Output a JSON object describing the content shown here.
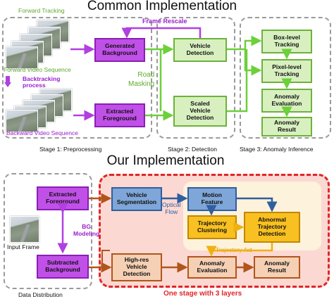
{
  "titles": {
    "top": "Common Implementation",
    "bottom": "Our Implementation"
  },
  "top": {
    "forward_label": "Forward Tracking",
    "forward_seq": "Forward Video Sequence",
    "backtracking": "Backtracking\nprocess",
    "backward_seq": "Backward Video Sequence",
    "generated_bg": "Generated\nBackground",
    "extracted_fg": "Extracted\nForeground",
    "frame_rescale": "Frame Rescale",
    "road_masking": "Road\nMasking",
    "vehicle_detection": "Vehicle\nDetection",
    "scaled_vehicle_detection": "Scaled\nVehicle\nDetection",
    "box_tracking": "Box-level\nTracking",
    "pixel_tracking": "Pixel-level\nTracking",
    "anomaly_evaluation": "Anomaly\nEvaluation",
    "anomaly_result": "Anomaly\nResult",
    "stage1": "Stage 1: Preprocessing",
    "stage2": "Stage 2: Detection",
    "stage3": "Stage 3: Anomaly Inference"
  },
  "bottom": {
    "extracted_fg": "Extracted\nForeground",
    "input_frame": "Input Frame",
    "bg_modeling": "BG\nModeling",
    "subtracted_bg": "Subtracted\nBackground",
    "data_distribution": "Data Distribution",
    "vehicle_segmentation": "Vehicle\nSegmentation",
    "optical_flow": "Optical\nFlow",
    "motion_feature": "Motion\nFeature",
    "trajectory_clustering": "Trajectory\nClustering",
    "abnormal_trajectory_detection": "Abnormal\nTrajectory\nDetection",
    "trajectory_aid": "Trajectory Aid",
    "highres_detection": "High-res\nVehicle\nDetection",
    "anomaly_evaluation": "Anomaly\nEvaluation",
    "anomaly_result": "Anomaly\nResult",
    "one_stage": "One stage with 3 layers"
  },
  "colors": {
    "purple": "#c050e8",
    "green": "#6cb23a",
    "orange": "#b0561b",
    "yellow": "#f8c020",
    "blue": "#2f5f9e",
    "red": "#e0262a"
  }
}
